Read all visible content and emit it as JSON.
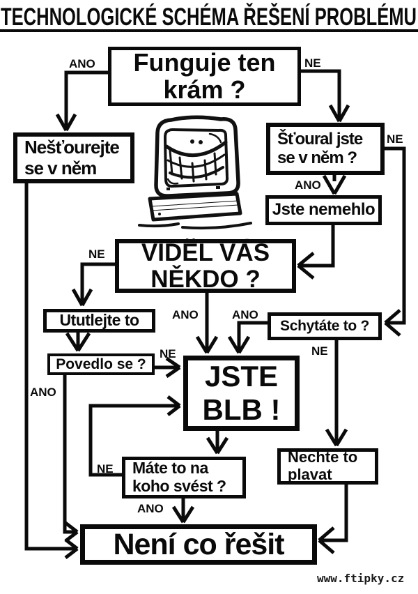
{
  "title": "TECHNOLOGICKÉ SCHÉMA ŘEŠENÍ PROBLÉMU",
  "colors": {
    "ink": "#0a0a0a",
    "background": "#ffffff"
  },
  "nodes": {
    "funguje": {
      "lines": [
        "Funguje ten",
        "krám ?"
      ]
    },
    "nestourejte": {
      "lines": [
        "Nešťourejte",
        "se v něm"
      ]
    },
    "stoural": {
      "lines": [
        "Šťoural jste",
        "se v něm ?"
      ]
    },
    "nemehlo": {
      "lines": [
        "Jste nemehlo"
      ]
    },
    "videl": {
      "lines": [
        "VIDĚL VÁS",
        "NĚKDO ?"
      ]
    },
    "ututlejte": {
      "lines": [
        "Ututlejte to"
      ]
    },
    "povedlo": {
      "lines": [
        "Povedlo se ?"
      ]
    },
    "schytate": {
      "lines": [
        "Schytáte to ?"
      ]
    },
    "jste_blb": {
      "lines": [
        "JSTE",
        "BLB !"
      ]
    },
    "mate": {
      "lines": [
        "Máte to na",
        "koho svést ?"
      ]
    },
    "nechte": {
      "lines": [
        "Nechte to",
        "plavat"
      ]
    },
    "neni": {
      "lines": [
        "Není co řešit"
      ]
    }
  },
  "edges": {
    "funguje_ano": {
      "label": "ANO",
      "from": "funguje",
      "to": "nestourejte"
    },
    "funguje_ne": {
      "label": "NE",
      "from": "funguje",
      "to": "stoural"
    },
    "stoural_ano": {
      "label": "ANO",
      "from": "stoural",
      "to": "nemehlo"
    },
    "stoural_ne": {
      "label": "NE",
      "from": "stoural",
      "to": "schytate"
    },
    "nemehlo_out": {
      "label": "",
      "from": "nemehlo",
      "to": "videl"
    },
    "videl_ne": {
      "label": "NE",
      "from": "videl",
      "to": "ututlejte"
    },
    "videl_ano": {
      "label": "ANO",
      "from": "videl",
      "to": "jste_blb"
    },
    "ututlejte_out": {
      "label": "",
      "from": "ututlejte",
      "to": "povedlo"
    },
    "povedlo_ne": {
      "label": "NE",
      "from": "povedlo",
      "to": "jste_blb"
    },
    "povedlo_ano": {
      "label": "ANO",
      "from": "povedlo",
      "to": "neni"
    },
    "nestourejte_out": {
      "label": "",
      "from": "nestourejte",
      "to": "neni"
    },
    "schytate_ano": {
      "label": "ANO",
      "from": "schytate",
      "to": "jste_blb"
    },
    "schytate_ne": {
      "label": "NE",
      "from": "schytate",
      "to": "nechte"
    },
    "jste_blb_out": {
      "label": "",
      "from": "jste_blb",
      "to": "mate"
    },
    "mate_ne": {
      "label": "NE",
      "from": "mate",
      "to": "jste_blb"
    },
    "mate_ano": {
      "label": "ANO",
      "from": "mate",
      "to": "neni"
    },
    "nechte_out": {
      "label": "",
      "from": "nechte",
      "to": "neni"
    }
  },
  "icons": {
    "monitor": "smiling-crt-monitor-illustration"
  },
  "footer": {
    "website": "www.ftipky.cz"
  }
}
